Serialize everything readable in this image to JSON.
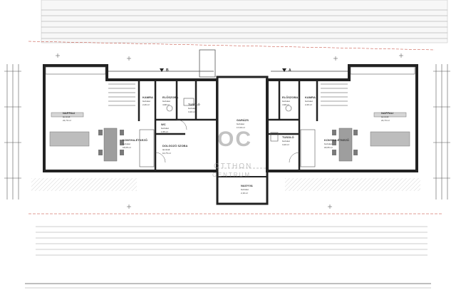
{
  "watermark": {
    "logo_letters": "OC",
    "line1": "OTTHON",
    "line2": "CENTRUM"
  },
  "section_marks": [
    "B",
    "A"
  ],
  "rooms_left": [
    {
      "name": "NAPPALI",
      "floor": "laminált",
      "area": "22,70 m²"
    },
    {
      "name": "KONYHA-ÉTKEZŐ",
      "floor": "burkolat",
      "area": "18,65 m²"
    },
    {
      "name": "KAMRA",
      "floor": "burkolat",
      "area": "2,26 m²"
    },
    {
      "name": "ELŐSZOBA",
      "floor": "burkolat",
      "area": "4,98 m²"
    },
    {
      "name": "TUSOLÓ",
      "floor": "burkolat",
      "area": "3,20 m²"
    },
    {
      "name": "DOLGOZÓ SZOBA",
      "floor": "laminált",
      "area": "10,75 m²"
    },
    {
      "name": "WC",
      "floor": "burkolat",
      "area": "1,55 m²"
    }
  ],
  "rooms_center": [
    {
      "name": "GARÁZS",
      "floor": "burkolat",
      "area": "17,60 m²"
    },
    {
      "name": "NAGYVA",
      "floor": "burkolat",
      "area": "2,16 m²"
    }
  ],
  "rooms_right": [
    {
      "name": "NAPPALI",
      "floor": "laminált",
      "area": "22,70 m²"
    },
    {
      "name": "KONYHA-ÉTKEZŐ",
      "floor": "burkolat",
      "area": "18,65 m²"
    },
    {
      "name": "KAMRA",
      "floor": "burkolat",
      "area": "2,26 m²"
    },
    {
      "name": "ELŐSZOBA",
      "floor": "burkolat",
      "area": "4,98 m²"
    },
    {
      "name": "TUSOLÓ",
      "floor": "burkolat",
      "area": "3,20 m²"
    }
  ]
}
